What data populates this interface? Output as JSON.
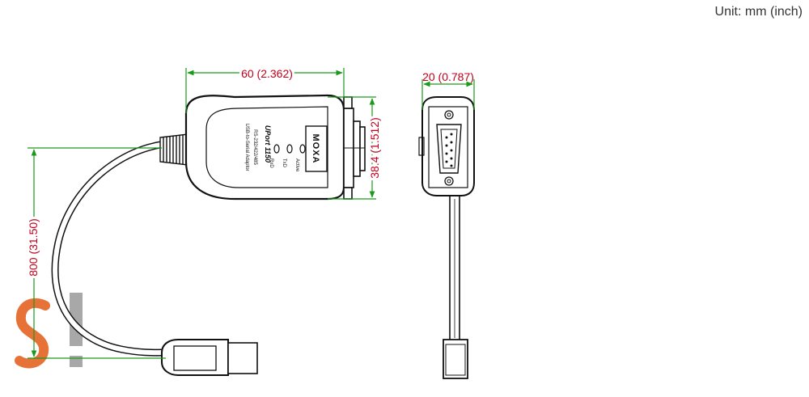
{
  "unit_label": "Unit: mm (inch)",
  "colors": {
    "dimension_text": "#c0001a",
    "dimension_line": "#1a9a1a",
    "outline": "#111111",
    "watermark": "#e35a16"
  },
  "dimensions": {
    "length": "60 (2.362)",
    "height": "38.4 (1.512)",
    "width": "20 (0.787)",
    "cable": "800 (31.50)"
  },
  "device": {
    "brand": "MOXA",
    "model": "UPort 1150",
    "subtitle_1": "RS-232/422/485",
    "subtitle_2": "USB-to-Serial Adaptor",
    "led_labels": [
      "Active",
      "TxD",
      "RxD"
    ]
  },
  "watermark_text": "S!"
}
